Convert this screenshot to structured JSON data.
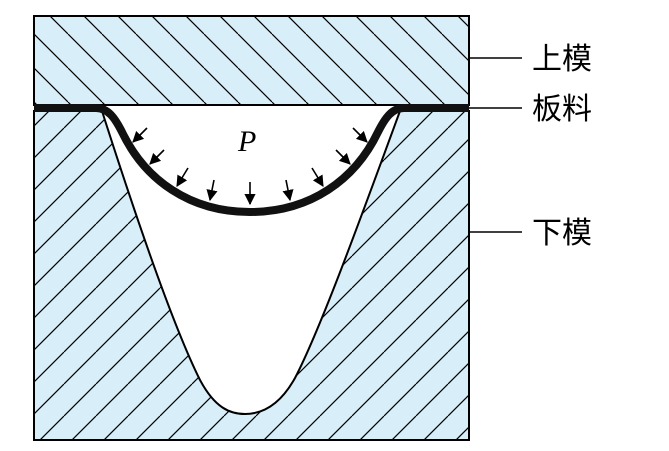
{
  "labels": {
    "upper_die": "上模",
    "sheet": "板料",
    "lower_die": "下模",
    "pressure": "P"
  },
  "colors": {
    "die_fill": "#d8eff9",
    "hatch": "#000000",
    "sheet": "#111111",
    "outline": "#000000"
  }
}
